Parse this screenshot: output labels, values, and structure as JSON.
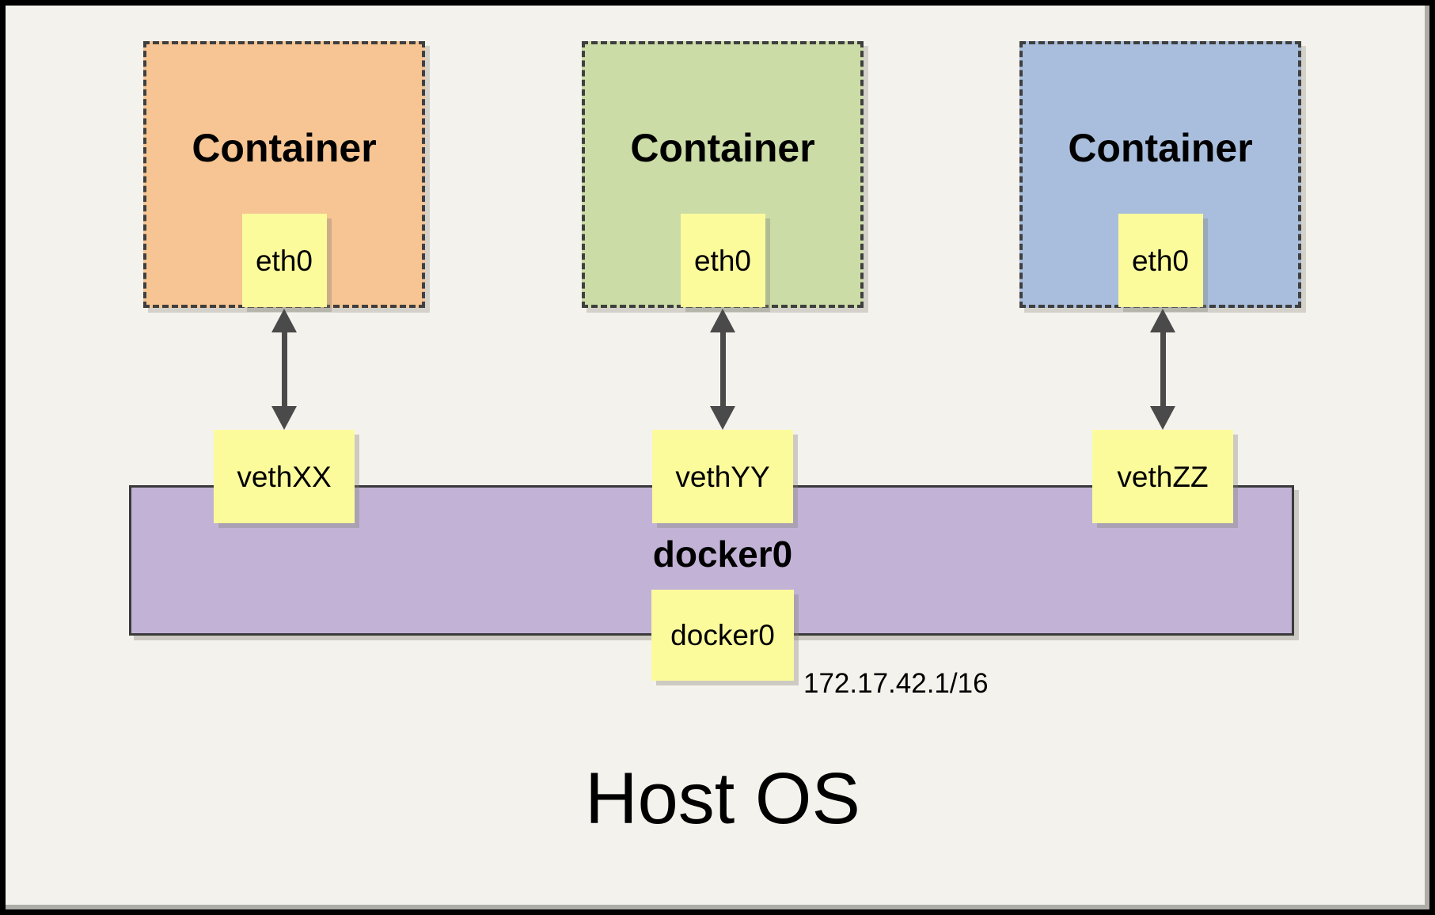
{
  "diagram": {
    "host_label": "Host OS",
    "containers": [
      {
        "label": "Container",
        "interface": "eth0",
        "veth": "vethXX",
        "fill": "#F6C593"
      },
      {
        "label": "Container",
        "interface": "eth0",
        "veth": "vethYY",
        "fill": "#CBDCA6"
      },
      {
        "label": "Container",
        "interface": "eth0",
        "veth": "vethZZ",
        "fill": "#A9BEDC"
      }
    ],
    "bridge": {
      "label": "docker0",
      "interface": "docker0",
      "ip": "172.17.42.1/16",
      "fill": "#C2B3D6"
    },
    "colors": {
      "page_background": "#F4F2EC",
      "frame": "#000000",
      "chip_yellow": "#FCFB9C",
      "dashed_border": "#3F3F3F",
      "arrow": "#4A4A4A"
    }
  }
}
